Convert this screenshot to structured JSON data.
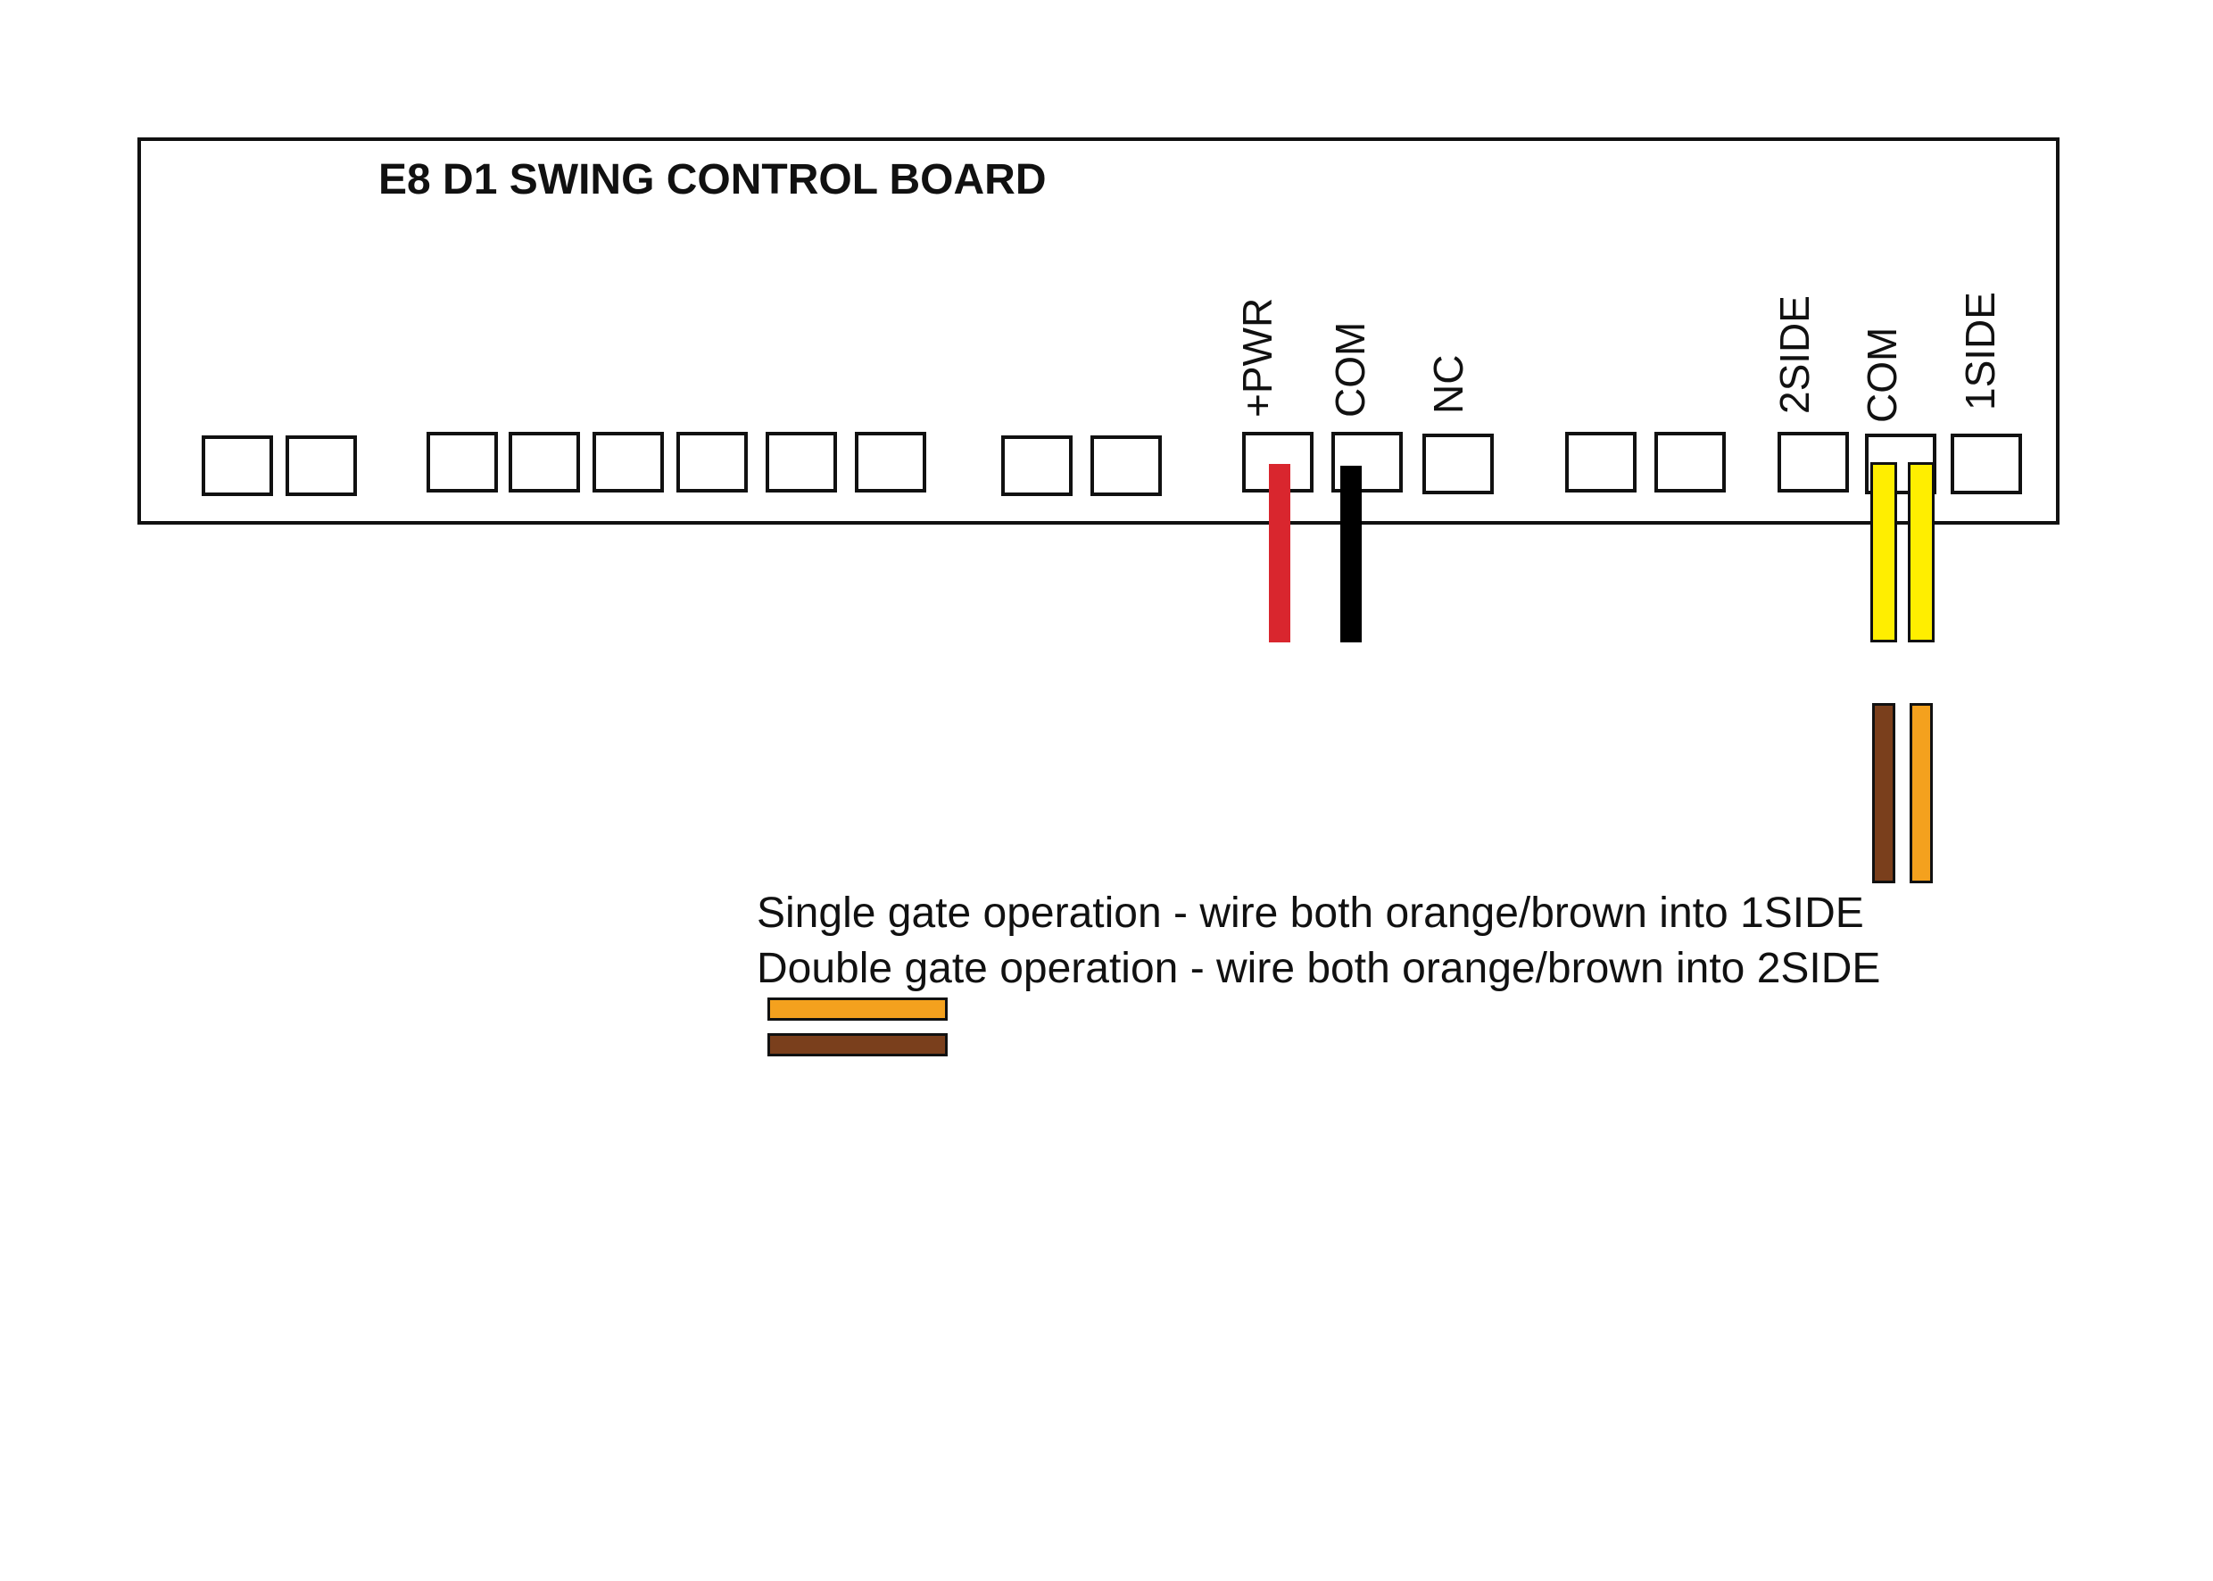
{
  "board": {
    "title": "E8 D1 SWING CONTROL BOARD"
  },
  "terminals": {
    "pwr_label": "+PWR",
    "com_label": "COM",
    "nc_label": "NC",
    "side2_label": "2SIDE",
    "com2_label": "COM",
    "side1_label": "1SIDE"
  },
  "wires": {
    "pwr_color": "#d9262e",
    "com_color": "#000000",
    "yellow_color": "#ffee00",
    "brown_color": "#7a3f1c",
    "orange_color": "#f4a11e"
  },
  "notes": {
    "single": "Single gate operation - wire both orange/brown into 1SIDE",
    "double": "Double gate operation - wire both orange/brown into 2SIDE"
  }
}
